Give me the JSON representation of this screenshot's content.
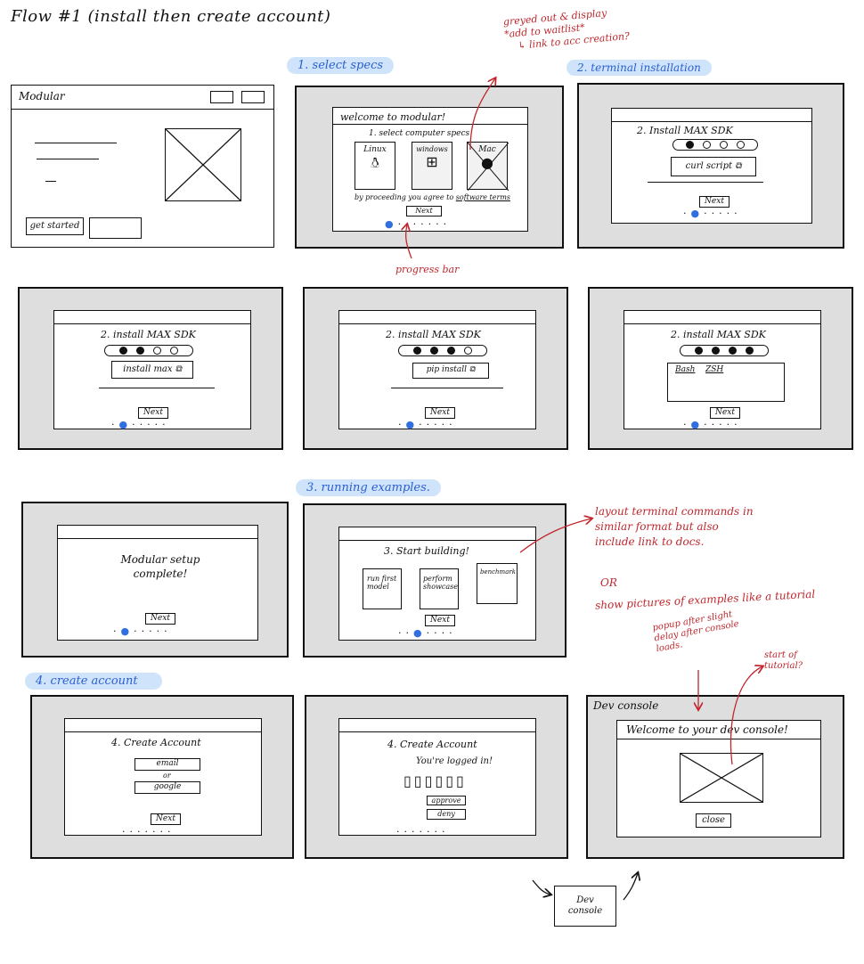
{
  "header": {
    "title": "Flow #1   (install then create account)"
  },
  "sections": {
    "s1": "1. select specs",
    "s2": "2. terminal installation",
    "s3": "3. running examples.",
    "s4": "4. create account"
  },
  "landing": {
    "app_title": "Modular",
    "get_started": "get started"
  },
  "specs": {
    "window_title": "welcome to modular!",
    "prompt": "1. select computer specs",
    "os": [
      "Linux",
      "windows",
      "Mac"
    ],
    "agree_text": "by proceeding you agree to",
    "agree_link": "software terms",
    "next": "Next"
  },
  "install": {
    "heading": "2. install MAX SDK",
    "heading_first": "2. Install MAX SDK",
    "curl": "curl script",
    "install_max": "install max",
    "pip": "pip install",
    "bash": "Bash",
    "zsh": "ZSH",
    "next": "Next"
  },
  "setup": {
    "complete": "Modular setup complete!",
    "next": "Next"
  },
  "building": {
    "heading": "3. Start building!",
    "cards": [
      "run first model",
      "perform showcase",
      "benchmark"
    ],
    "next": "Next"
  },
  "account": {
    "heading": "4. Create Account",
    "email": "email",
    "or": "or",
    "google": "google",
    "next": "Next",
    "logged_in": "You're logged in!",
    "approve": "approve",
    "deny": "deny"
  },
  "devconsole": {
    "title": "Dev console",
    "welcome": "Welcome to your dev console!",
    "close": "close",
    "bottom": "Dev console"
  },
  "notes": {
    "greyed": "greyed out & display",
    "waitlist": "*add to waitlist*",
    "link_acc": "↳ link to acc creation?",
    "progress": "progress bar",
    "layout": "layout terminal commands in similar format but also include link to docs.",
    "or": "OR",
    "show_pictures": "show pictures of examples like a tutorial",
    "popup": "popup after slight delay after console loads.",
    "tutorial": "start of tutorial?"
  },
  "colors": {
    "frame_bg": "#dedede",
    "accent_red": "#c0272d",
    "highlight_blue": "#cfe3fb",
    "dot_blue": "#2f6fe0"
  }
}
